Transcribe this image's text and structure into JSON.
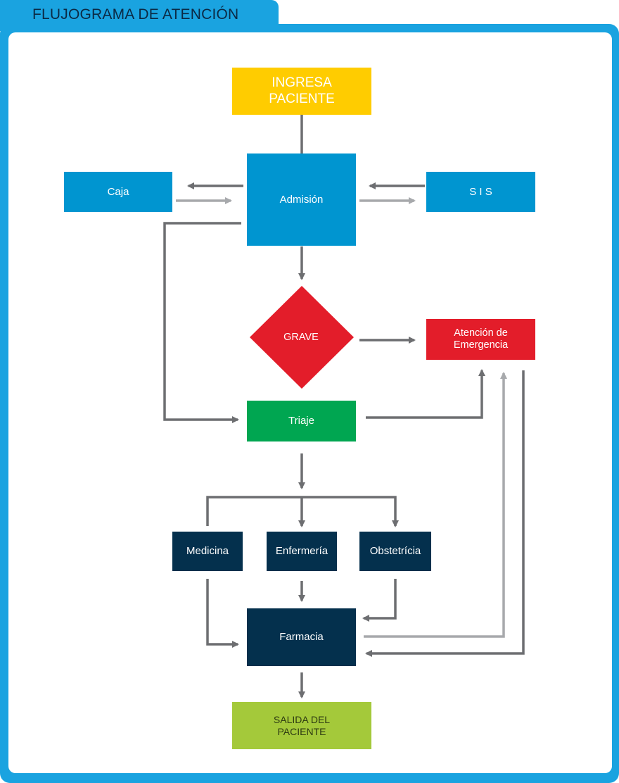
{
  "header": {
    "title": "FLUJOGRAMA DE ATENCIÓN"
  },
  "nodes": {
    "ingresa": "INGRESA\nPACIENTE",
    "caja": "Caja",
    "admision": "Admisión",
    "sis": "S I S",
    "grave": "GRAVE",
    "emergencia": "Atención de\nEmergencia",
    "triaje": "Triaje",
    "medicina": "Medicina",
    "enfermeria": "Enfermería",
    "obstetricia": "Obstetrícia",
    "farmacia": "Farmacia",
    "salida": "SALIDA DEL\nPACIENTE"
  },
  "colors": {
    "frame": "#1aa3e0",
    "start": "#ffcc00",
    "process": "#0095d0",
    "decision": "#e31d2a",
    "emergency": "#e31d2a",
    "triage": "#00a651",
    "service": "#04304d",
    "end": "#a4c93a",
    "arrow_dark": "#6d6e71",
    "arrow_light": "#a7a9ac"
  }
}
